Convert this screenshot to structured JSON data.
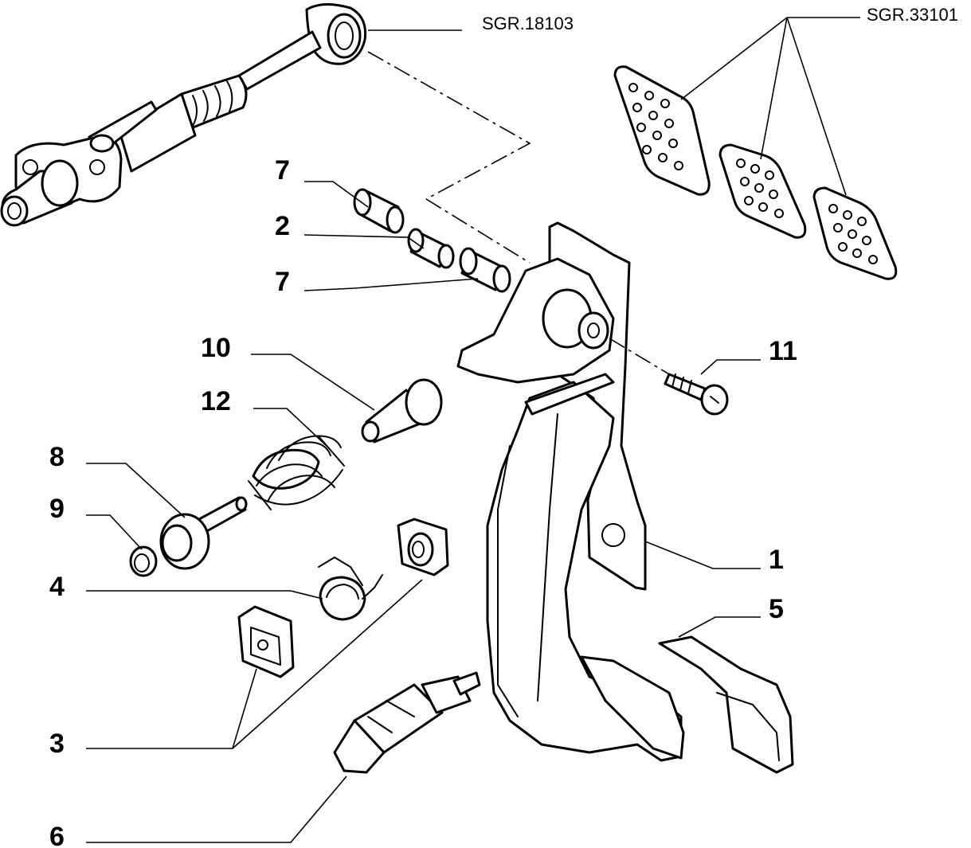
{
  "references": {
    "ref_top": "SGR.18103",
    "ref_top_right": "SGR.33101"
  },
  "callouts": [
    {
      "id": "c7a",
      "text": "7"
    },
    {
      "id": "c2",
      "text": "2"
    },
    {
      "id": "c7b",
      "text": "7"
    },
    {
      "id": "c10",
      "text": "10"
    },
    {
      "id": "c12",
      "text": "12"
    },
    {
      "id": "c8",
      "text": "8"
    },
    {
      "id": "c9",
      "text": "9"
    },
    {
      "id": "c4",
      "text": "4"
    },
    {
      "id": "c3",
      "text": "3"
    },
    {
      "id": "c6",
      "text": "6"
    },
    {
      "id": "c11",
      "text": "11"
    },
    {
      "id": "c1",
      "text": "1"
    },
    {
      "id": "c5",
      "text": "5"
    }
  ]
}
